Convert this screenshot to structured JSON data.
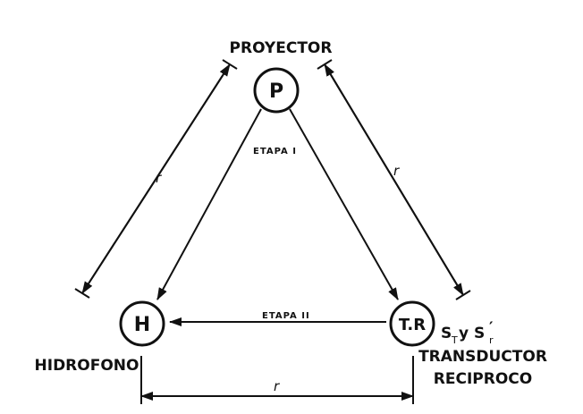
{
  "labels": {
    "projector": "PROYECTOR",
    "hydrophone": "HIDROFONO",
    "transducer_line1": "TRANSDUCTOR",
    "transducer_line2": "RECIPROCO",
    "stage1": "ETAPA I",
    "stage2": "ETAPA II",
    "distance": "r",
    "sens_s": "S",
    "sens_sub1": "T",
    "sens_y": "y S",
    "sens_prime": "′",
    "sens_sub2": "r"
  },
  "nodes": {
    "projector": "P",
    "hydrophone": "H",
    "transducer": "T.R"
  }
}
